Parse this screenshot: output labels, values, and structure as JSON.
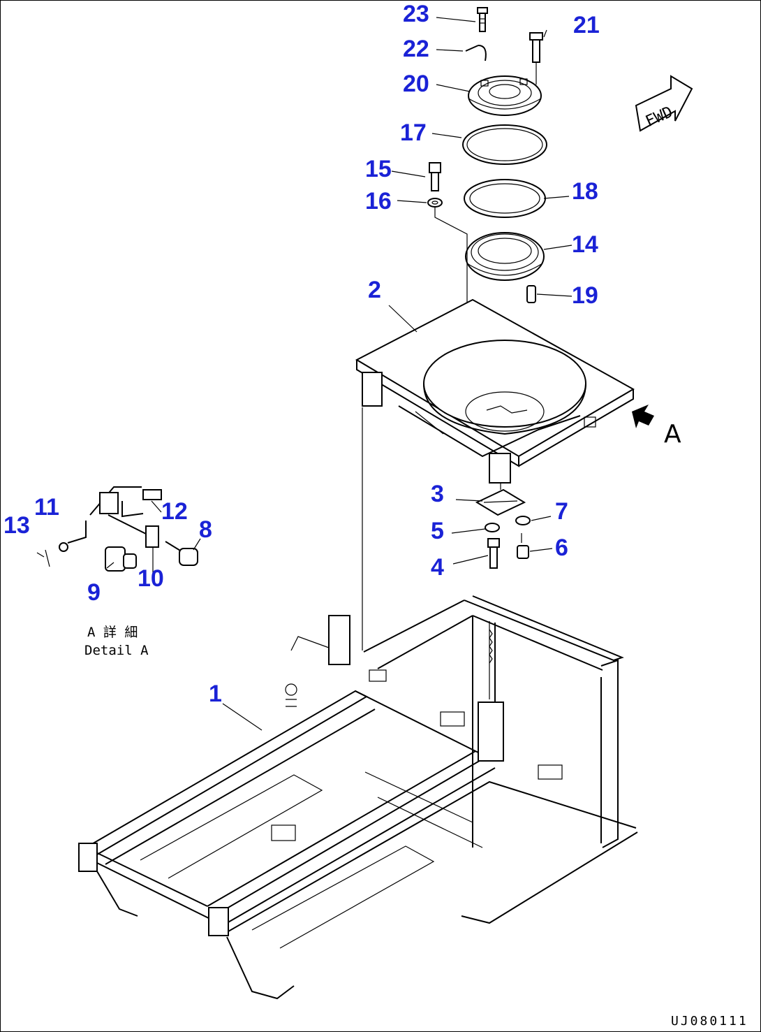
{
  "callouts": {
    "c1": "1",
    "c2": "2",
    "c3": "3",
    "c4": "4",
    "c5": "5",
    "c6": "6",
    "c7": "7",
    "c8": "8",
    "c9": "9",
    "c10": "10",
    "c11": "11",
    "c12": "12",
    "c13": "13",
    "c14": "14",
    "c15": "15",
    "c16": "16",
    "c17": "17",
    "c18": "18",
    "c19": "19",
    "c20": "20",
    "c21": "21",
    "c22": "22",
    "c23": "23"
  },
  "view_marker": "A",
  "fwd_label": "FWD",
  "detail": {
    "jp": "A 詳 細",
    "en": "Detail A"
  },
  "drawing_code": "UJ080111",
  "colors": {
    "callout": "#1a22d6",
    "line": "#000000"
  }
}
